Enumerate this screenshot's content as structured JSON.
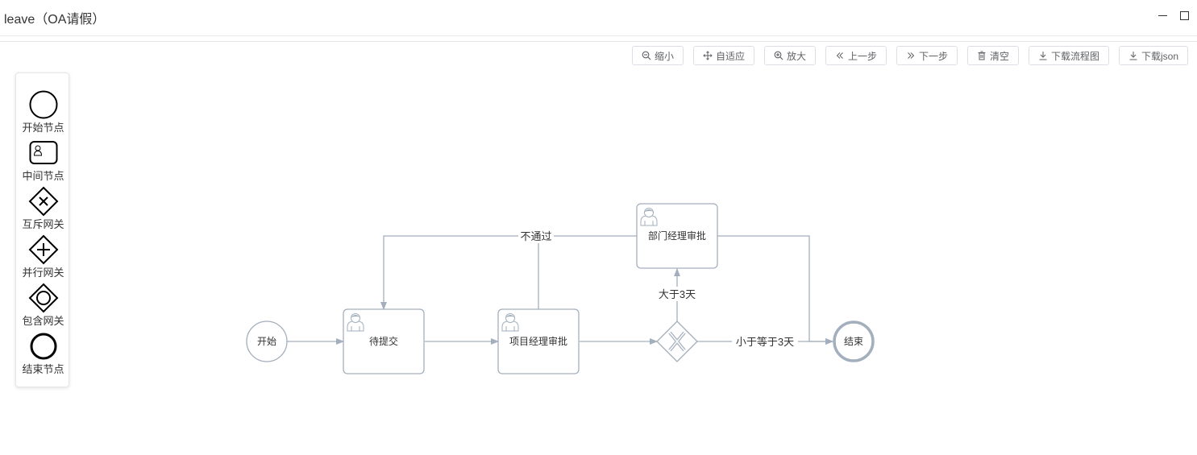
{
  "window": {
    "title": "leave（OA请假）"
  },
  "toolbar": {
    "zoom_out": "缩小",
    "fit": "自适应",
    "zoom_in": "放大",
    "undo": "上一步",
    "redo": "下一步",
    "clear": "清空",
    "download_diagram": "下载流程图",
    "download_json": "下载json"
  },
  "palette": {
    "start_node": "开始节点",
    "middle_node": "中间节点",
    "exclusive_gateway": "互斥网关",
    "parallel_gateway": "并行网关",
    "inclusive_gateway": "包含网关",
    "end_node": "结束节点"
  },
  "diagram": {
    "start": "开始",
    "pending_submit": "待提交",
    "pm_approval": "项目经理审批",
    "dept_approval": "部门经理审批",
    "end": "结束",
    "edge_reject": "不通过",
    "edge_more_than_3": "大于3天",
    "edge_le_3": "小于等于3天"
  },
  "colors": {
    "stroke": "#a3afbd",
    "accent": "#333333"
  }
}
